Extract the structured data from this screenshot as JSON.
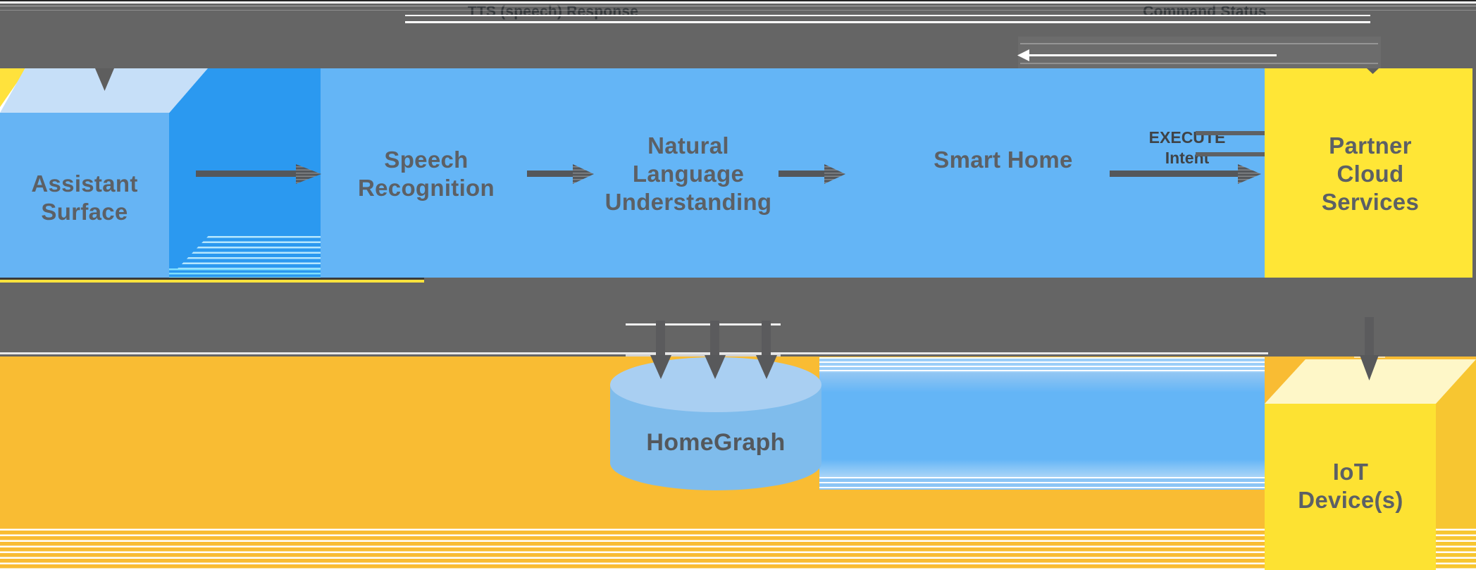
{
  "top_band": {
    "response_label": "TTS (speech) Response",
    "status_label": "Command Status"
  },
  "nodes": {
    "assistant_surface": "Assistant Surface",
    "speech_recognition": "Speech Recognition",
    "natural_language_understanding": "Natural Language Understanding",
    "smart_home": "Smart Home",
    "partner_cloud_services": "Partner Cloud Services",
    "homegraph": "HomeGraph",
    "iot_devices": "IoT Device(s)"
  },
  "edges": {
    "execute_intent": "EXECUTE Intent"
  },
  "colors": {
    "band_gray": "#656565",
    "arrow_gray": "#54575B",
    "assistant_blue": "#64B5F6",
    "deep_blue": "#2B99F0",
    "cube_top_blue": "#C6DFF8",
    "partner_yellow": "#FFE636",
    "iot_front_yellow": "#FDE232",
    "iot_top_yellow": "#FEF7C8",
    "iot_side_amber": "#F7C631",
    "background_orange": "#F9BC33",
    "cylinder_blue": "#7FBCEC",
    "cylinder_top_blue": "#A9CFF2",
    "label_gray": "#5C6065"
  }
}
